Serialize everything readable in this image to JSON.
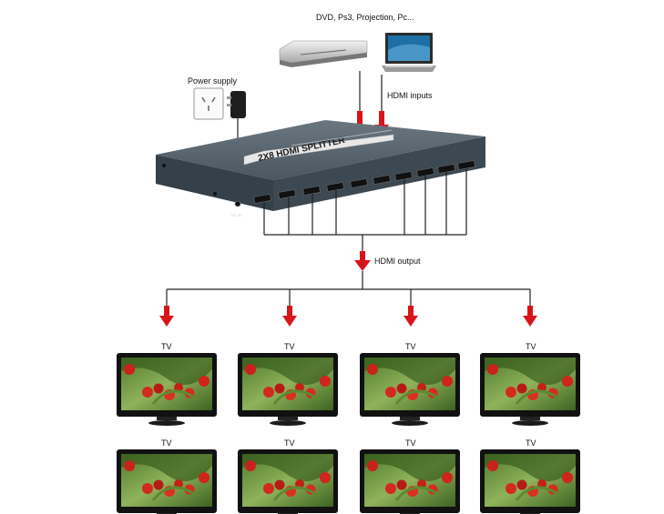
{
  "labels": {
    "sources": "DVD, Ps3, Projection, Pc...",
    "power": "Power supply",
    "hdmi_inputs": "HDMI inputs",
    "hdmi_output": "HDMI output",
    "device_name": "2X8 HDMI SPLITTER",
    "port_dc": "DC 5V"
  },
  "tvs": [
    {
      "label": "TV"
    },
    {
      "label": "TV"
    },
    {
      "label": "TV"
    },
    {
      "label": "TV"
    },
    {
      "label": "TV"
    },
    {
      "label": "TV"
    },
    {
      "label": "TV"
    },
    {
      "label": "TV"
    }
  ],
  "colors": {
    "arrow": "#d8141b",
    "device_body": "#3c4852",
    "device_top": "#56636d",
    "wire": "#222222"
  }
}
